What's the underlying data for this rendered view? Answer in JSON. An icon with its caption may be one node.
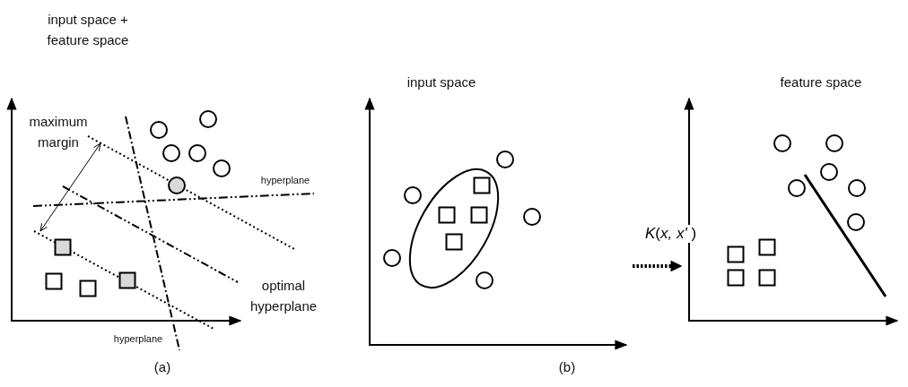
{
  "diagram": {
    "nodes": [
      {
        "text": [
          "input space + feature space"
        ]
      },
      {
        "text": [
          "input space"
        ]
      },
      {
        "text": [
          "feature space"
        ]
      }
    ],
    "edges": [
      {
        "from": 1,
        "to": 2,
        "arrow": "to",
        "label": "*K*(*x, x'* )",
        "style": "dashed"
      }
    ],
    "labels": [
      "maximum margin",
      "hyperplane",
      "optimal hyperplane",
      "hyperplane",
      "(a)",
      "(b)"
    ]
  }
}
